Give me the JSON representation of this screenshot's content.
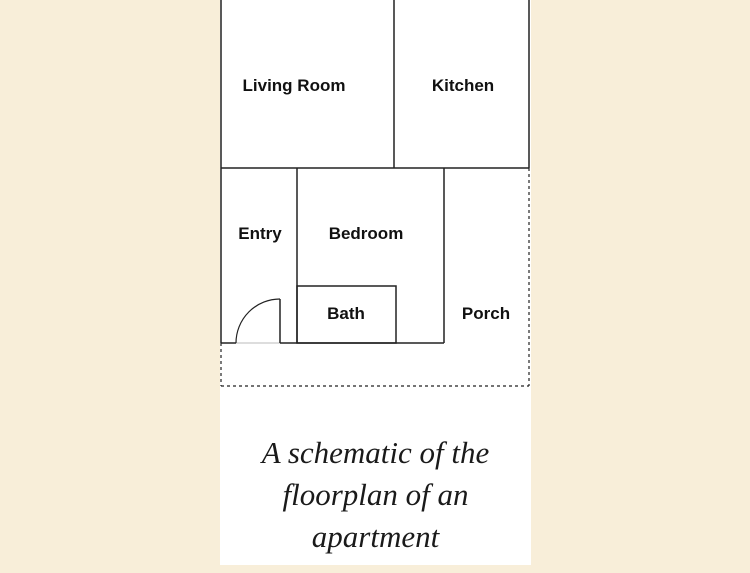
{
  "rooms": {
    "living_room": "Living Room",
    "kitchen": "Kitchen",
    "entry": "Entry",
    "bedroom": "Bedroom",
    "bath": "Bath",
    "porch": "Porch"
  },
  "caption": {
    "line1": "A schematic of the",
    "line2": "floorplan of an",
    "line3": "apartment"
  },
  "colors": {
    "page_background": "#f8eed9",
    "card_background": "#ffffff",
    "wall": "#222222"
  }
}
